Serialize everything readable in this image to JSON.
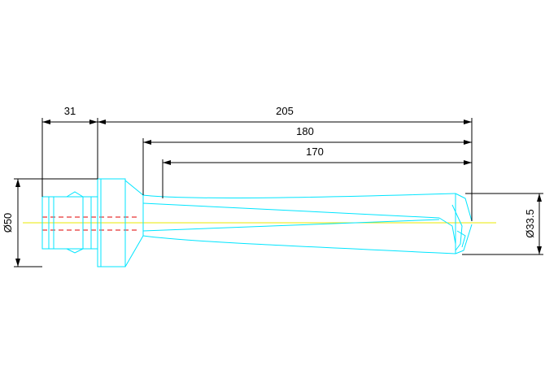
{
  "colors": {
    "background": "#ffffff",
    "outline": "#00e5ff",
    "dimension": "#000000",
    "centerline": "#e8e800",
    "hidden_line": "#e00000"
  },
  "dimensions": {
    "flange_length": "31",
    "overall_length": "205",
    "length_180": "180",
    "length_170": "170",
    "shank_diameter": "Ø50",
    "tip_diameter": "Ø33.5"
  }
}
